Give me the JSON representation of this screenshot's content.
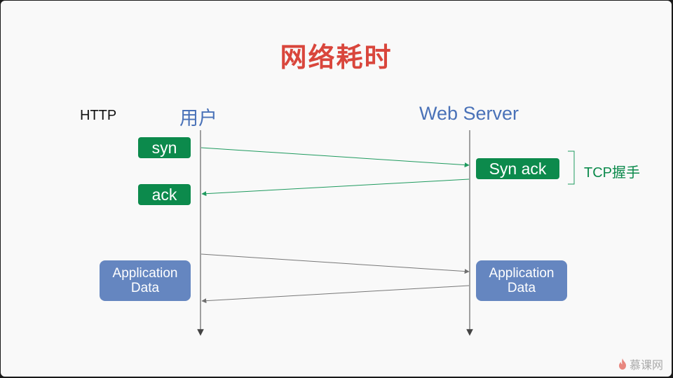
{
  "title": "网络耗时",
  "protocol_label": "HTTP",
  "actors": {
    "client": "用户",
    "server": "Web Server"
  },
  "messages": {
    "syn": "syn",
    "syn_ack": "Syn ack",
    "ack": "ack",
    "app_data_client": "Application\nData",
    "app_data_server": "Application\nData"
  },
  "handshake_label": "TCP握手",
  "watermark": "慕课网",
  "colors": {
    "title": "#d9463c",
    "actor": "#4a72b8",
    "handshake": "#0c8a4c",
    "app_data": "#6586c0",
    "arrow_handshake": "#1e9a5e",
    "arrow_data": "#777777"
  }
}
